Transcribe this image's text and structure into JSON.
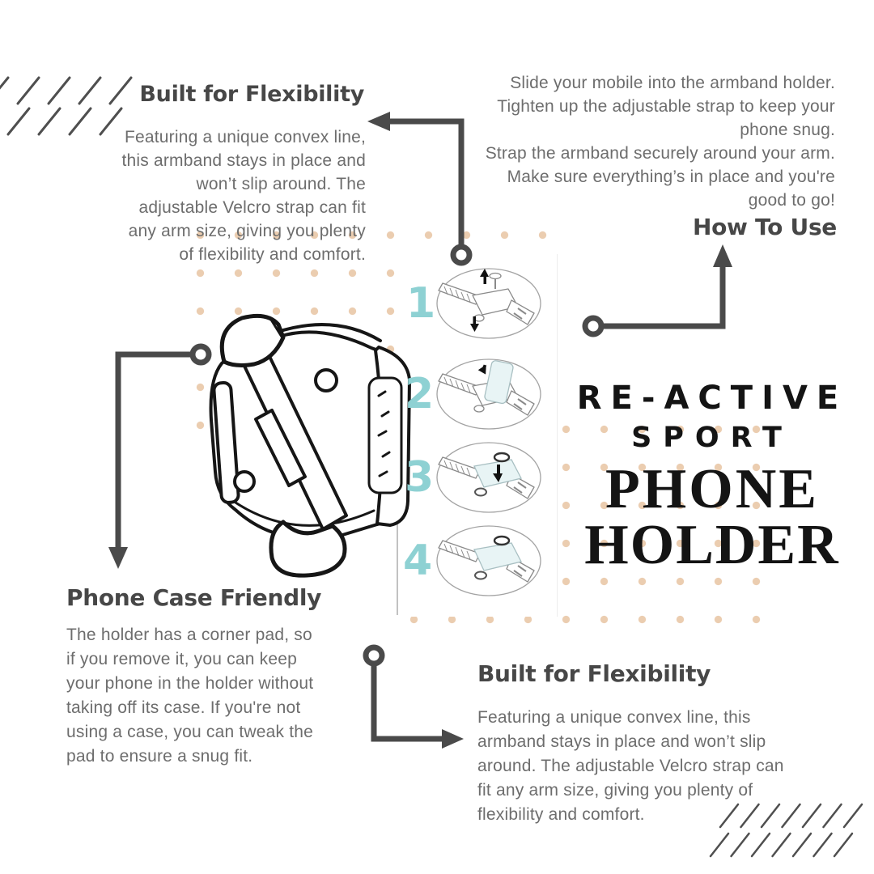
{
  "colors": {
    "background": "#ffffff",
    "heading_text": "#474747",
    "body_text": "#6d6d6d",
    "title_text": "#141414",
    "step_number_teal": "#8ed1d3",
    "dot_peach": "#ebcdb0",
    "connector_gray": "#4a4a4a",
    "slash_gray": "#4f4f4f"
  },
  "sections": {
    "flexibility_top": {
      "heading": "Built for Flexibility",
      "body": "Featuring a unique convex line, this armband stays in place and won’t slip around. The adjustable Velcro strap can fit any arm size, giving you plenty of flexibility and comfort."
    },
    "how_to_use": {
      "heading": "How To Use",
      "body": "Slide your mobile into the armband holder.\nTighten up the adjustable strap to keep your phone snug.\nStrap the armband securely around your arm.\nMake sure everything’s in place and you're good to go!"
    },
    "phone_case": {
      "heading": "Phone Case Friendly",
      "body": "The holder has a corner pad, so if you remove it, you can keep your phone in the holder without taking off its case. If you're not using a case, you can tweak the pad to ensure a snug fit."
    },
    "flexibility_bottom": {
      "heading": "Built for Flexibility",
      "body": "Featuring a unique convex line, this armband stays in place and won’t slip around. The adjustable Velcro strap can fit any arm size, giving you plenty of flexibility and comfort."
    }
  },
  "title": {
    "line1": "RE-ACTIVE",
    "line2": "SPORT",
    "line3": "PHONE",
    "line4": "HOLDER"
  },
  "steps": {
    "numbers": [
      "1",
      "2",
      "3",
      "4"
    ]
  }
}
